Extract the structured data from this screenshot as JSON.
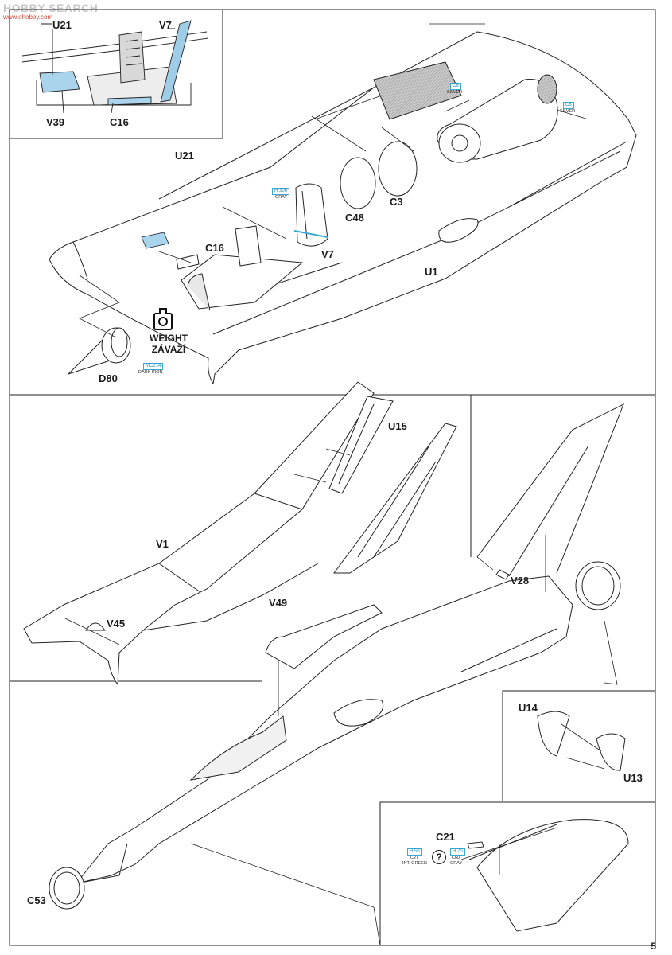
{
  "watermark": {
    "text": "HOBBY SEARCH",
    "subtext": "www.ohobby.com"
  },
  "page_number": "5",
  "weight": {
    "line1": "WEIGHT",
    "line2": "ZÁVAŽÍ"
  },
  "labels": {
    "inset_u21": "U21",
    "inset_v7": "V7",
    "inset_v39": "V39",
    "inset_c16": "C16",
    "u21": "U21",
    "c48": "C48",
    "c3": "C3",
    "c16": "C16",
    "v7": "V7",
    "u1": "U1",
    "d80": "D80",
    "u15": "U15",
    "v1": "V1",
    "v45": "V45",
    "v49": "V49",
    "v28": "V28",
    "u14": "U14",
    "u13": "U13",
    "c21": "C21",
    "c53": "C53"
  },
  "color_callouts": {
    "c8_silver_panel": {
      "code": "C8",
      "name": "SILVER"
    },
    "c8_silver_nozzle": {
      "code": "C8",
      "name": "SILVER"
    },
    "h306_gray": {
      "code": "H 306",
      "name": "GRAY"
    },
    "mc214_dark_iron": {
      "code": "MC214",
      "name": "DARK IRON"
    },
    "h58_c27": {
      "code": "H 58",
      "code2": "C27",
      "name": "INT. GREEN"
    },
    "h70_c60": {
      "code": "H 70",
      "code2": "C60",
      "name": "GRAY"
    }
  },
  "colors": {
    "callout_blue": "#3aa9d6",
    "paint_blue": "#a9d4ec",
    "line": "#1a1a1a",
    "panel_gray": "#bdbdbd"
  }
}
